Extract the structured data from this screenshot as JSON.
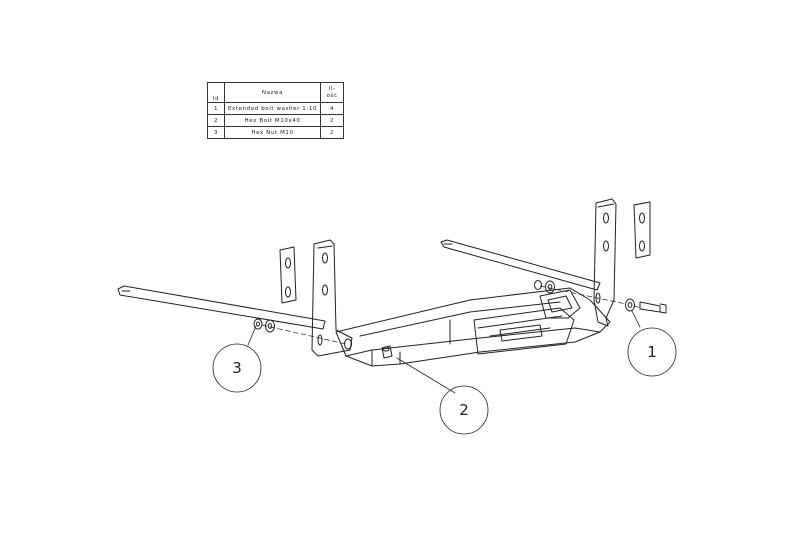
{
  "parts_table": {
    "headers": {
      "id": "Id",
      "name": "Nazwa",
      "qty": "Il-ość"
    },
    "rows": [
      {
        "id": "1",
        "name": "Extended bolt washer 1:10",
        "qty": "4"
      },
      {
        "id": "2",
        "name": "Hex Bolt M10x40",
        "qty": "2"
      },
      {
        "id": "3",
        "name": "Hex Nut M10",
        "qty": "2"
      }
    ]
  },
  "callouts": [
    {
      "label": "1"
    },
    {
      "label": "2"
    },
    {
      "label": "3"
    }
  ],
  "colors": {
    "line": "#222222",
    "background": "#ffffff"
  }
}
